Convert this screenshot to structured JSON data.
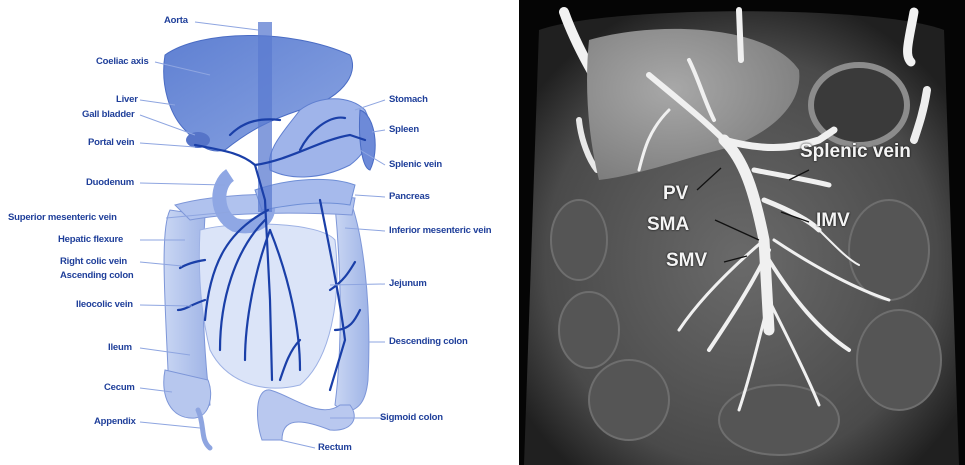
{
  "left_diagram": {
    "labels": {
      "aorta": "Aorta",
      "coeliac_axis": "Coeliac axis",
      "liver": "Liver",
      "gall_bladder": "Gall bladder",
      "portal_vein": "Portal vein",
      "duodenum": "Duodenum",
      "superior_mesenteric_vein": "Superior mesenteric vein",
      "hepatic_flexure": "Hepatic flexure",
      "right_colic_vein": "Right colic vein",
      "ascending_colon": "Ascending colon",
      "ileocolic_vein": "Ileocolic vein",
      "ileum": "Ileum",
      "cecum": "Cecum",
      "appendix": "Appendix",
      "stomach": "Stomach",
      "spleen": "Spleen",
      "splenic_vein": "Splenic vein",
      "pancreas": "Pancreas",
      "inferior_mesenteric_vein": "Inferior mesenteric vein",
      "jejunum": "Jejunum",
      "descending_colon": "Descending colon",
      "sigmoid_colon": "Sigmoid colon",
      "rectum": "Rectum"
    }
  },
  "ct_image": {
    "labels": {
      "splenic_vein": "Splenic vein",
      "pv": "PV",
      "sma": "SMA",
      "imv": "IMV",
      "smv": "SMV"
    }
  },
  "colors": {
    "organ_fill": "#6f8fd6",
    "vein": "#1a3fa8",
    "label": "#1f3f9a",
    "ct_background": "#050505"
  }
}
